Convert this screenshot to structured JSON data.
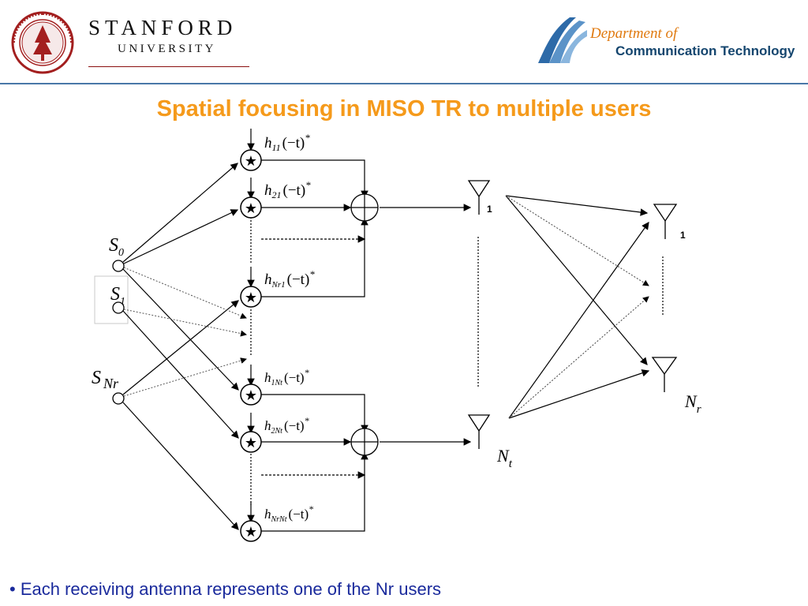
{
  "header": {
    "university_line_1": "STANFORD",
    "university_line_2": "UNIVERSITY",
    "seal_text": "LELAND STANFORD JUNIOR UNIVERSITY",
    "seal_year": "1891",
    "department_line_1": "Department of",
    "department_line_2": "Communication Technology",
    "rule_color": "#4a78a8"
  },
  "slide": {
    "title": "Spatial focusing in MISO TR to multiple users",
    "title_color": "#f59a1b",
    "bullet_marker": "•",
    "bullet_text": "Each receiving antenna represents one of the Nr users",
    "bullet_color": "#1a2a9c"
  },
  "diagram": {
    "sources": [
      {
        "symbol": "S",
        "subscript": "0"
      },
      {
        "symbol": "S",
        "subscript": "1"
      },
      {
        "symbol": "S",
        "subscript": "Nr"
      }
    ],
    "filters": [
      {
        "h": "h",
        "sub": "11",
        "arg": "(−t)",
        "sup": "*"
      },
      {
        "h": "h",
        "sub": "21",
        "arg": "(−t)",
        "sup": "*"
      },
      {
        "h": "h",
        "sub": "Nr1",
        "arg": "(−t)",
        "sup": "*"
      },
      {
        "h": "h",
        "sub": "1Nt",
        "arg": "(−t)",
        "sup": "*"
      },
      {
        "h": "h",
        "sub": "2Nt",
        "arg": "(−t)",
        "sup": "*"
      },
      {
        "h": "h",
        "sub": "NrNt",
        "arg": "(−t)",
        "sup": "*"
      }
    ],
    "convolution_symbol": "★",
    "tx_antenna_labels": [
      "1",
      "N",
      "t"
    ],
    "rx_antenna_labels": [
      "1",
      "N",
      "r"
    ]
  }
}
